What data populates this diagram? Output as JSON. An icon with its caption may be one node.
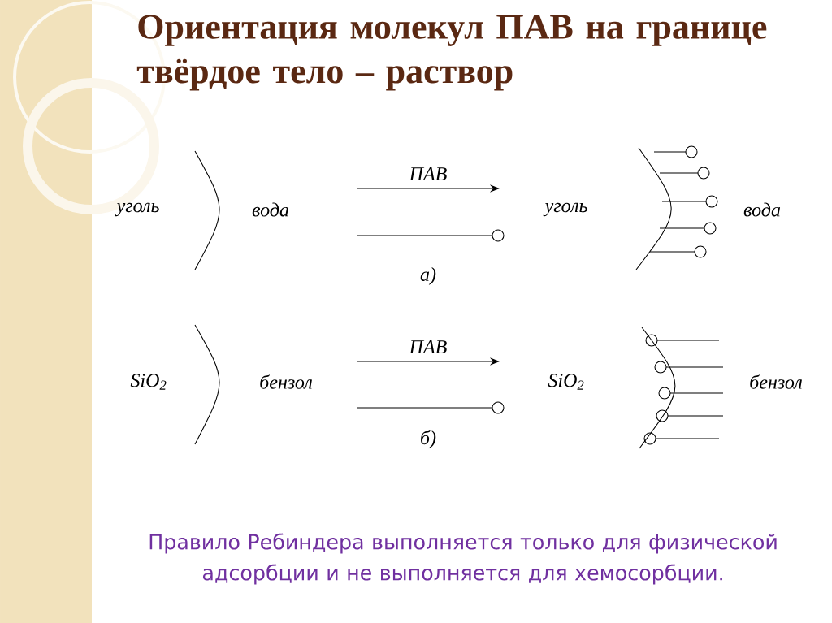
{
  "diagram": {
    "title": "Ориентация молекул ПАВ на границе твёрдое тело – раствор",
    "caption": "Правило Ребиндера выполняется только для физической адсорбции и не выполняется для хемосорбции.",
    "labels": [
      "уголь",
      "вода",
      "ПАВ",
      "уголь",
      "вода",
      "а)",
      "SiO$_{2}$",
      "бензол",
      "ПАВ",
      "SiO$_{2}$",
      "бензол",
      "б)"
    ]
  }
}
